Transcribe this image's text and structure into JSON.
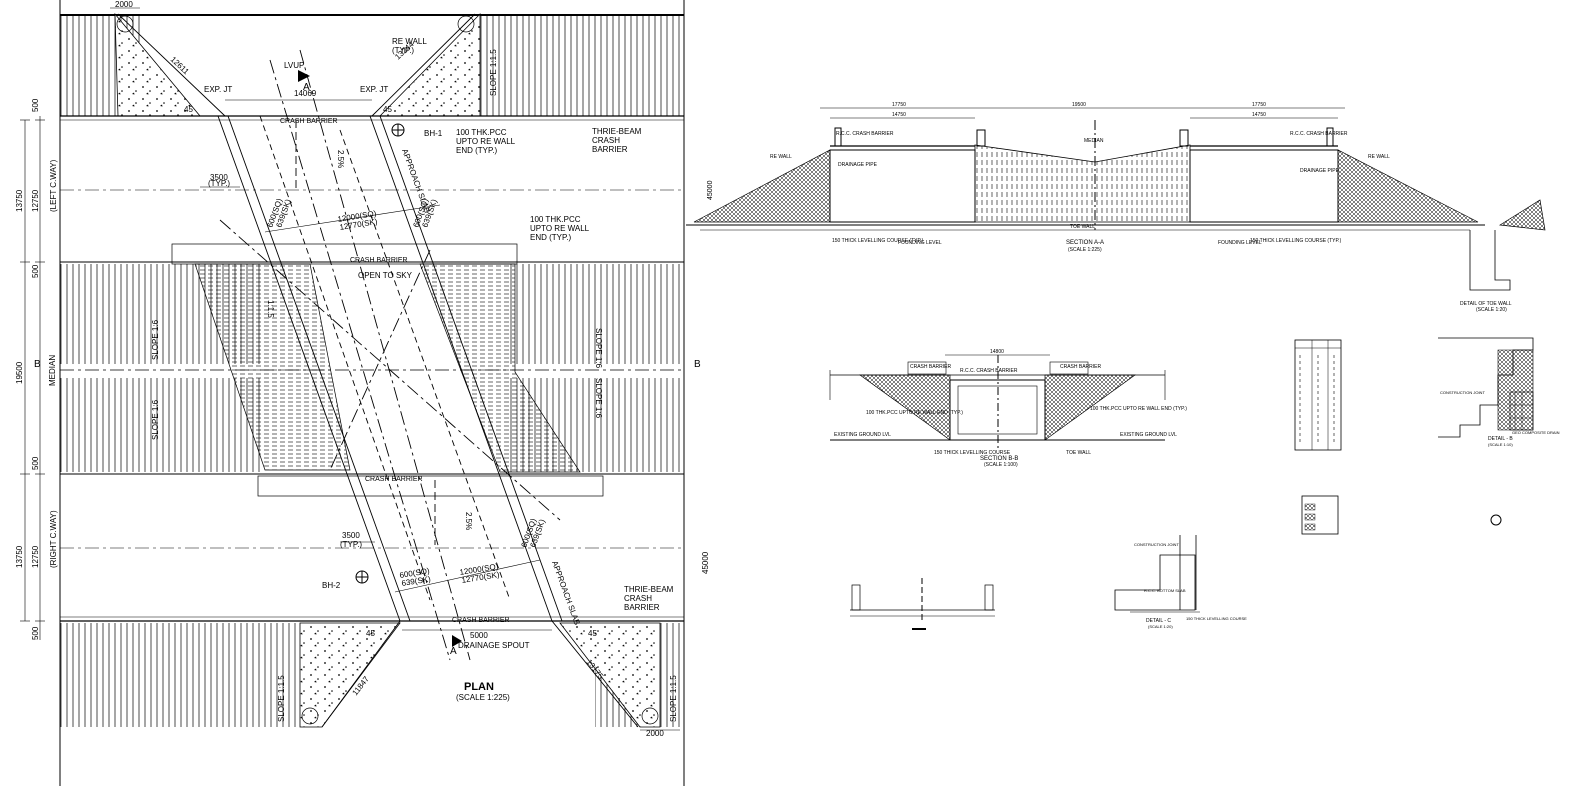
{
  "plan": {
    "title": "PLAN",
    "scale": "(SCALE 1:225)",
    "labels": {
      "dim_2000_top": "2000",
      "dim_2000_bottom": "2000",
      "dim_12611": "12611",
      "dim_13244": "13244",
      "dim_14069": "14069",
      "dim_5000": "5000",
      "dim_11847": "11847",
      "dim_13175": "13175",
      "dim_3500_a": "3500",
      "dim_3500_b": "3500",
      "typ": "(TYP.)",
      "dim_600sq_a": "600(SQ)",
      "dim_639sk_a": "639(SK)",
      "dim_12000sq_a": "12000(SQ)",
      "dim_12770sk_a": "12770(SK)",
      "dim_600sq_b": "600(SQ)",
      "dim_639sk_b": "639(SK)",
      "dim_600sq_c": "600(SQ)",
      "dim_639sk_c": "639(SK)",
      "dim_12000sq_b": "12000(SQ)",
      "dim_12770sk_b": "12770(SK)",
      "dim_600sq_d": "600(SQ)",
      "dim_639sk_d": "639(SK)",
      "lvup": "LVUP",
      "exp_jt_left": "EXP. JT",
      "exp_jt_right": "EXP. JT",
      "re_wall": "RE WALL",
      "re_wall_typ": "(TYP.)",
      "crash_barrier_1": "CRASH BARRIER",
      "crash_barrier_2": "CRASH BARRIER",
      "crash_barrier_3": "CRASH BARRIER",
      "crash_barrier_4": "CRASH BARRIER",
      "thrie_beam_1": "THRIE-BEAM",
      "thrie_beam_2": "CRASH",
      "thrie_beam_3": "BARRIER",
      "thrie_beam_b1": "THRIE-BEAM",
      "thrie_beam_b2": "CRASH",
      "thrie_beam_b3": "BARRIER",
      "pcc_1a": "100 THK.PCC",
      "pcc_1b": "UPTO RE WALL",
      "pcc_1c": "END (TYP.)",
      "pcc_2a": "100 THK.PCC",
      "pcc_2b": "UPTO RE WALL",
      "pcc_2c": "END (TYP.)",
      "bh1": "BH-1",
      "bh2": "BH-2",
      "approach_slab_1": "APPROACH SLAB",
      "approach_slab_2": "APPROACH SLAB",
      "open_to_sky": "OPEN TO SKY",
      "drainage_spout": "DRAINAGE SPOUT",
      "slope_1_1_5_top": "SLOPE 1:1.5",
      "slope_1_1_5_bl": "SLOPE 1:1.5",
      "slope_1_1_5_br": "SLOPE 1:1.5",
      "slope_1_6_a": "SLOPE 1:6",
      "slope_1_6_b": "SLOPE 1:6",
      "slope_1_6_c": "SLOPE 1:6",
      "slope_1_6_d": "SLOPE 1:6",
      "grade_2_5_a": "2.5%",
      "grade_2_5_b": "2.5%",
      "ratio_1_1_5": "1:1.5",
      "angle_45_a": "45",
      "angle_45_b": "45",
      "angle_45_c": "45",
      "angle_45_d": "45",
      "sec_a_top": "A",
      "sec_a_bottom": "A",
      "sec_b_left": "B",
      "sec_b_right": "B",
      "median": "MEDIAN",
      "left_cway": "(LEFT C.WAY)",
      "right_cway": "(RIGHT C.WAY)",
      "v500_1": "500",
      "v500_2": "500",
      "v500_3": "500",
      "v500_4": "500",
      "v12750_1": "12750",
      "v12750_2": "12750",
      "v13750_1": "13750",
      "v13750_2": "13750",
      "v19500": "19500",
      "v45000": "45000"
    }
  },
  "section_aa": {
    "title": "SECTION A-A",
    "scale": "(SCALE 1:225)",
    "labels": {
      "dim_17750_l": "17750",
      "dim_19500": "19500",
      "dim_17750_r": "17750",
      "dim_14750_l": "14750",
      "dim_14750_r": "14750",
      "median": "MEDIAN",
      "re_wall_l": "RE WALL",
      "re_wall_r": "RE WALL",
      "crash_l": "R.C.C. CRASH BARRIER",
      "crash_r": "R.C.C. CRASH BARRIER",
      "drainage_l": "DRAINAGE PIPE",
      "drainage_r": "DRAINAGE PIPE",
      "toe_wall": "TOE WALL",
      "levelling_l": "150 THICK LEVELLING COURSE (TYP.)",
      "levelling_r": "150 THICK LEVELLING COURSE (TYP.)",
      "founding_l": "FOUNDING LEVEL",
      "founding_r": "FOUNDING LEVEL",
      "v45000": "45000"
    }
  },
  "section_bb": {
    "title": "SECTION B-B",
    "scale": "(SCALE 1:100)",
    "labels": {
      "dim_14800": "14800",
      "crash_barrier": "R.C.C. CRASH BARRIER",
      "crash_l": "CRASH BARRIER",
      "crash_r": "CRASH BARRIER",
      "toe_wall": "TOE WALL",
      "existing_l": "EXISTING GROUND LVL",
      "existing_r": "EXISTING GROUND LVL",
      "levelling": "150 THICK LEVELLING COURSE",
      "pcc_l": "100 THK.PCC UPTO RE WALL END (TYP.)",
      "pcc_r": "100 THK.PCC UPTO RE WALL END (TYP.)"
    }
  },
  "detail_toe_wall": {
    "title": "DETAIL OF TOE WALL",
    "scale": "(SCALE 1:20)"
  },
  "detail_b": {
    "title": "DETAIL - B",
    "scale": "(SCALE 1:10)",
    "labels": {
      "construction_joint": "CONSTRUCTION JOINT",
      "geo_drain": "GEO COMPOSITE DRAIN"
    }
  },
  "detail_c": {
    "title": "DETAIL - C",
    "scale": "(SCALE 1:20)",
    "labels": {
      "construction_joint": "CONSTRUCTION JOINT",
      "rcc_bottom_slab": "R.C.C. BOTTOM SLAB",
      "levelling": "150 THICK LEVELLING COURSE"
    }
  }
}
